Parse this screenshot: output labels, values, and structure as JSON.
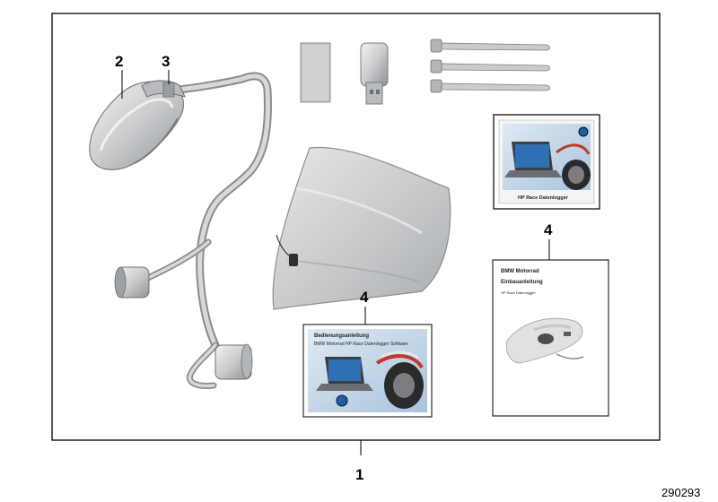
{
  "callouts": {
    "c1": "1",
    "c2": "2",
    "c3": "3",
    "c4_manual": "4",
    "c4_booklet": "4"
  },
  "drawing_number": "290293",
  "cd_case": {
    "logo": "BMW",
    "title": "HP Race Datenlogger"
  },
  "manual_cover": {
    "title": "Bedienungsanleitung",
    "subtitle": "BMW Motorrad HP Race Datenlogger Software",
    "logo": "BMW"
  },
  "install_booklet": {
    "brand": "BMW Motorrad",
    "title": "Einbauanleitung",
    "subtitle": "HP Race Datenlogger"
  },
  "colors": {
    "frame": "#000000",
    "part_gray": "#c8cacc",
    "part_dark": "#8a8d90",
    "screen_blue": "#1b5fa8"
  }
}
